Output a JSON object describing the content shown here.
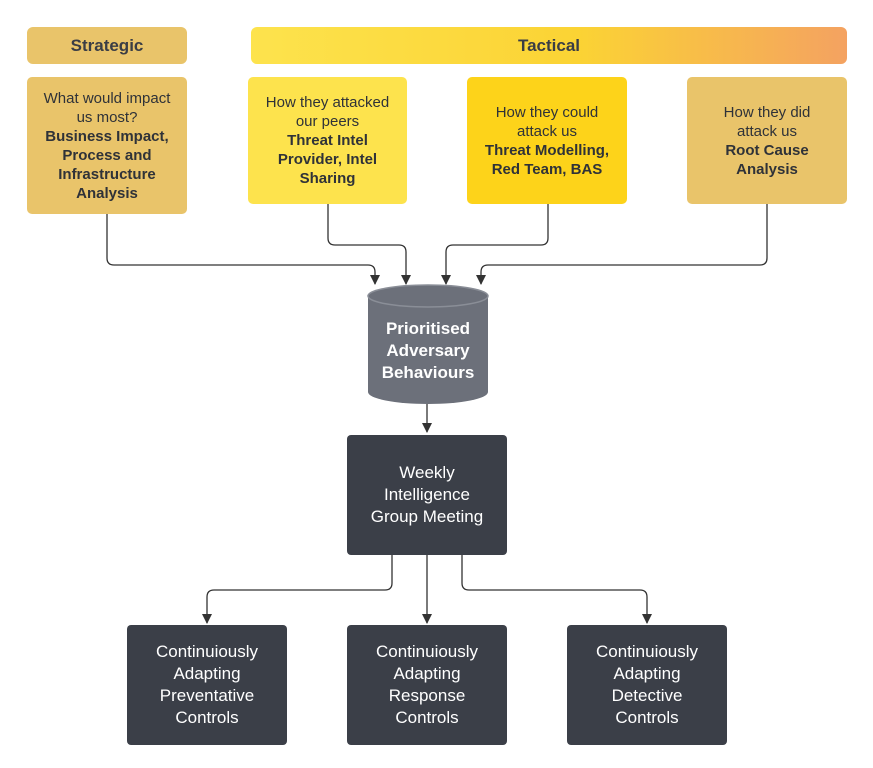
{
  "headers": {
    "strategic": "Strategic",
    "tactical": "Tactical"
  },
  "sources": [
    {
      "question_lines": [
        "What would impact",
        "us most?"
      ],
      "answer_lines": [
        "Business Impact,",
        "Process and",
        "Infrastructure",
        "Analysis"
      ],
      "color": "#e9c46a"
    },
    {
      "question_lines": [
        "How they attacked",
        "our peers"
      ],
      "answer_lines": [
        "Threat Intel",
        "Provider, Intel",
        "Sharing"
      ],
      "color": "#fde34d"
    },
    {
      "question_lines": [
        "How they could",
        "attack us"
      ],
      "answer_lines": [
        "Threat Modelling,",
        "Red Team, BAS"
      ],
      "color": "#fdd31a"
    },
    {
      "question_lines": [
        "How they did",
        "attack us"
      ],
      "answer_lines": [
        "Root Cause",
        "Analysis"
      ],
      "color": "#e9c46a"
    }
  ],
  "database": {
    "lines": [
      "Prioritised",
      "Adversary",
      "Behaviours"
    ],
    "color": "#6c707a"
  },
  "meeting": {
    "lines": [
      "Weekly",
      "Intelligence",
      "Group Meeting"
    ]
  },
  "outputs": [
    {
      "lines": [
        "Continuiously",
        "Adapting",
        "Preventative",
        "Controls"
      ]
    },
    {
      "lines": [
        "Continuiously",
        "Adapting",
        "Response",
        "Controls"
      ]
    },
    {
      "lines": [
        "Continuiously",
        "Adapting",
        "Detective",
        "Controls"
      ]
    }
  ],
  "colors": {
    "strategic_header": "#e9c46a",
    "tactical_gradient_start": "#fde34d",
    "tactical_gradient_end": "#f4a261",
    "dark_box": "#3b3f48",
    "connector": "#333333"
  }
}
